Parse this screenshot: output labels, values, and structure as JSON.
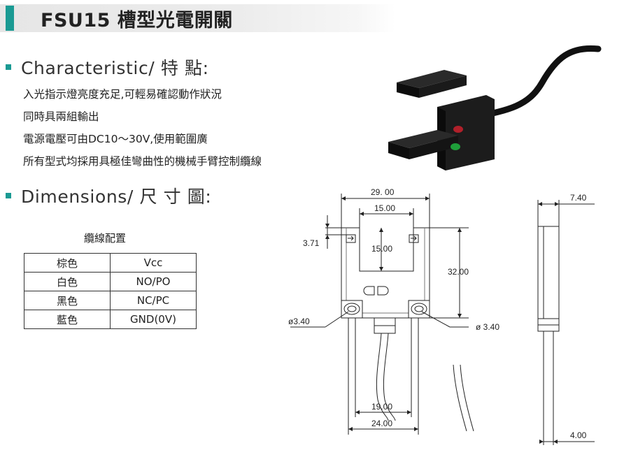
{
  "title": {
    "text": "FSU15 槽型光電開關"
  },
  "characteristic": {
    "heading": "Characteristic/ 特 點:",
    "lines": [
      "入光指示燈亮度充足,可輕易確認動作狀況",
      "同時具兩組輸出",
      "電源電壓可由DC10～30V,使用範圍廣",
      "所有型式均採用具極佳彎曲性的機械手臂控制纜線"
    ]
  },
  "dimensions": {
    "heading": "Dimensions/ 尺 寸 圖:",
    "table_caption": "纜線配置",
    "wires": [
      {
        "color": "棕色",
        "signal": "Vcc"
      },
      {
        "color": "白色",
        "signal": "NO/PO"
      },
      {
        "color": "黑色",
        "signal": "NC/PC"
      },
      {
        "color": "藍色",
        "signal": "GND(0V)"
      }
    ],
    "front_view": {
      "width": "29. 00",
      "slot_width": "15.00",
      "slot_depth": "15.00",
      "top_offset": "3.71",
      "height": "32.00",
      "hole_left": "ø3.40",
      "hole_right": "ø 3.40",
      "cable_spacing": "19.00",
      "bottom_width": "24.00"
    },
    "side_view": {
      "thickness": "7.40",
      "cable_width": "4.00"
    }
  },
  "colors": {
    "accent": "#1a9a93",
    "led_red": "#b0202a",
    "led_green": "#1f9e3a"
  }
}
